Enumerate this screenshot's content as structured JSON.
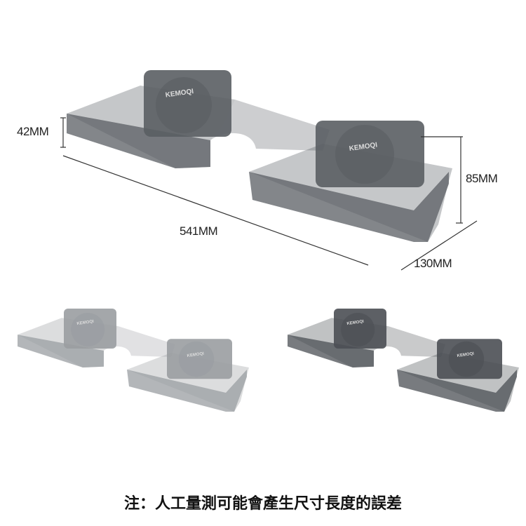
{
  "brand_logo": "KEMOQI",
  "dimensions": {
    "height_tray": "42MM",
    "length": "541MM",
    "height_total": "85MM",
    "depth": "130MM"
  },
  "colors": {
    "main_tint": "#5a5e63",
    "light_tint": "#9a9da1",
    "dark_tint": "#4b4f54"
  },
  "note": "注：人工量測可能會產生尺寸長度的誤差"
}
